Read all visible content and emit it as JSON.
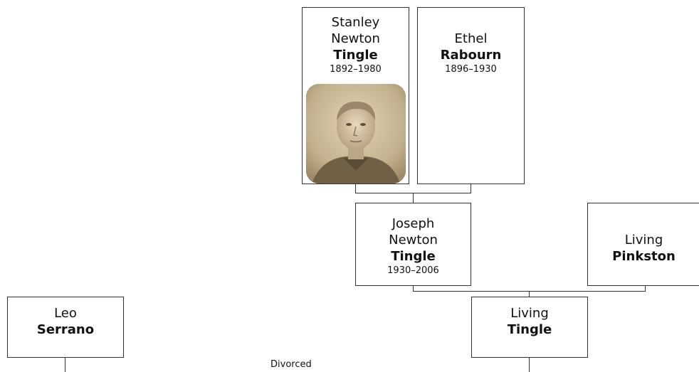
{
  "people": {
    "stanley": {
      "given_line1": "Stanley",
      "given_line2": "Newton",
      "surname": "Tingle",
      "dates": "1892–1980"
    },
    "ethel": {
      "given": "Ethel",
      "surname": "Rabourn",
      "dates": "1896–1930"
    },
    "joseph": {
      "given_line1": "Joseph",
      "given_line2": "Newton",
      "surname": "Tingle",
      "dates": "1930–2006"
    },
    "pinkston": {
      "given": "Living",
      "surname": "Pinkston"
    },
    "living_tingle": {
      "given": "Living",
      "surname": "Tingle"
    },
    "leo": {
      "given": "Leo",
      "surname": "Serrano"
    }
  },
  "labels": {
    "divorced": "Divorced"
  },
  "colors": {
    "border": "#333333",
    "text": "#111111",
    "background": "#ffffff"
  }
}
